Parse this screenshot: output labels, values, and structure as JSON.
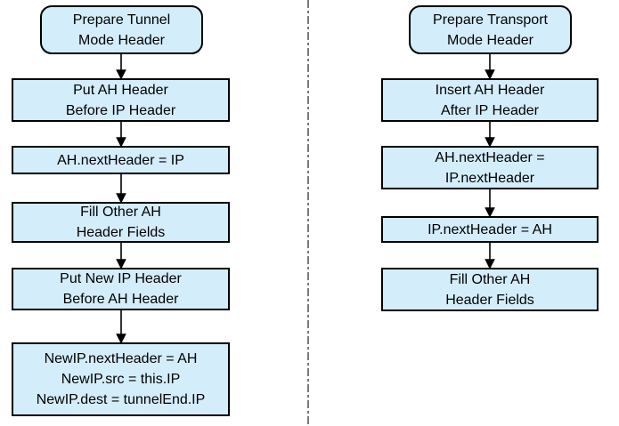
{
  "diagram": {
    "title": "AH header preparation flowcharts",
    "colors": {
      "box_fill": "#d4edfb",
      "box_border": "#000000",
      "text": "#000000",
      "divider": "#7a7a7a",
      "background": "#ffffff",
      "arrow": "#000000"
    },
    "left_flow": {
      "name": "Tunnel Mode",
      "start": "Prepare Tunnel\nMode Header",
      "steps": [
        "Put AH Header\nBefore IP Header",
        "AH.nextHeader = IP",
        "Fill Other AH\nHeader Fields",
        "Put New IP Header\nBefore AH Header",
        "NewIP.nextHeader = AH\nNewIP.src = this.IP\nNewIP.dest = tunnelEnd.IP"
      ]
    },
    "right_flow": {
      "name": "Transport Mode",
      "start": "Prepare Transport\nMode Header",
      "steps": [
        "Insert AH Header\nAfter IP Header",
        "AH.nextHeader =\nIP.nextHeader",
        "IP.nextHeader = AH",
        "Fill Other AH\nHeader Fields"
      ]
    }
  }
}
